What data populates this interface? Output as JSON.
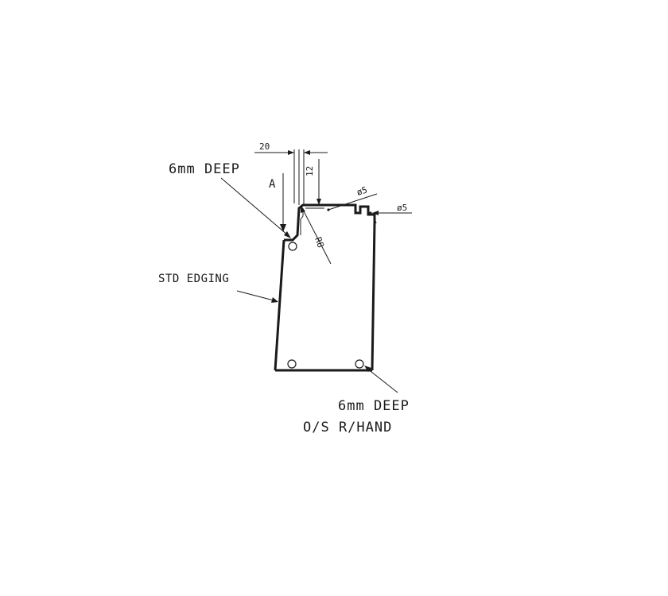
{
  "labels": {
    "top_deep": "6mm DEEP",
    "section": "A",
    "std_edging": "STD EDGING",
    "bottom_deep": "6mm DEEP",
    "os_hand": "O/S R/HAND"
  },
  "dimensions": {
    "width_20": "20",
    "depth_12": "12",
    "radius": "R8",
    "hole_center": "ø5",
    "hole_right": "ø5"
  },
  "colors": {
    "line": "#1a1a1a",
    "background": "#ffffff"
  }
}
